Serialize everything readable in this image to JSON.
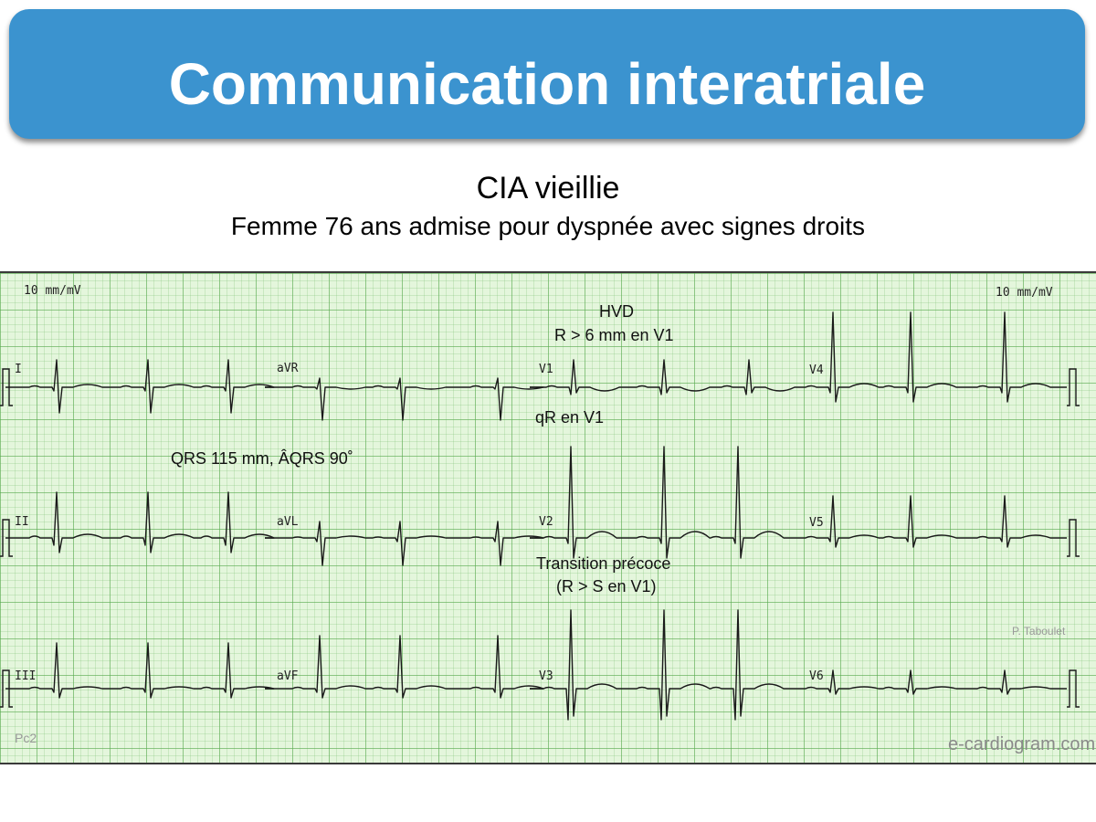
{
  "banner": {
    "title": "Communication interatriale",
    "color": "#3b93cf"
  },
  "subtitle": "CIA vieillie",
  "description": "Femme 76 ans admise pour dyspnée avec signes droits",
  "ecg": {
    "calibration_left": "10 mm/mV",
    "calibration_right": "10 mm/mV",
    "leads": [
      "I",
      "aVR",
      "V1",
      "V4",
      "II",
      "aVL",
      "V2",
      "V5",
      "III",
      "aVF",
      "V3",
      "V6"
    ],
    "annotations": {
      "hvd": "HVD",
      "r_v1": "R > 6 mm en V1",
      "qr_v1": "qR en V1",
      "qrs": "QRS 115 mm, ÂQRS 90˚",
      "transition": "Transition précoce",
      "transition_note": "(R > S en V1)"
    },
    "credit": "P. Taboulet",
    "code": "Pc2",
    "watermark": "e-cardiogram.com",
    "paper_color": "#e4f6dc",
    "trace_color": "#1a1a1a"
  }
}
